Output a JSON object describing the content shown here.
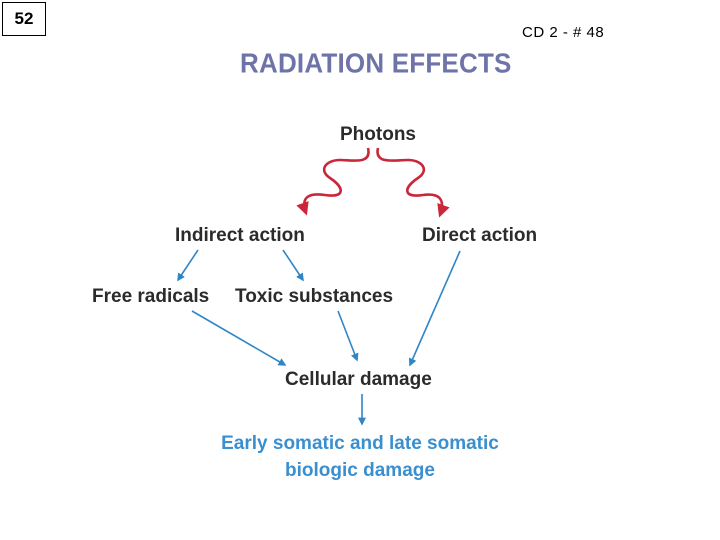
{
  "slide": {
    "number": "52",
    "reference": "CD 2 - # 48"
  },
  "title": "RADIATION EFFECTS",
  "nodes": {
    "photons": "Photons",
    "indirect_action": "Indirect action",
    "direct_action": "Direct action",
    "free_radicals": "Free radicals",
    "toxic_substances": "Toxic substances",
    "cellular_damage": "Cellular damage",
    "biologic_damage_line1": "Early somatic and late somatic",
    "biologic_damage_line2": "biologic damage"
  },
  "colors": {
    "title": "#6e73a8",
    "node_text": "#2b2b2b",
    "photon_arrows": "#c8283a",
    "flow_arrows": "#2f86c6",
    "outcome_text": "#3a8fcf"
  }
}
